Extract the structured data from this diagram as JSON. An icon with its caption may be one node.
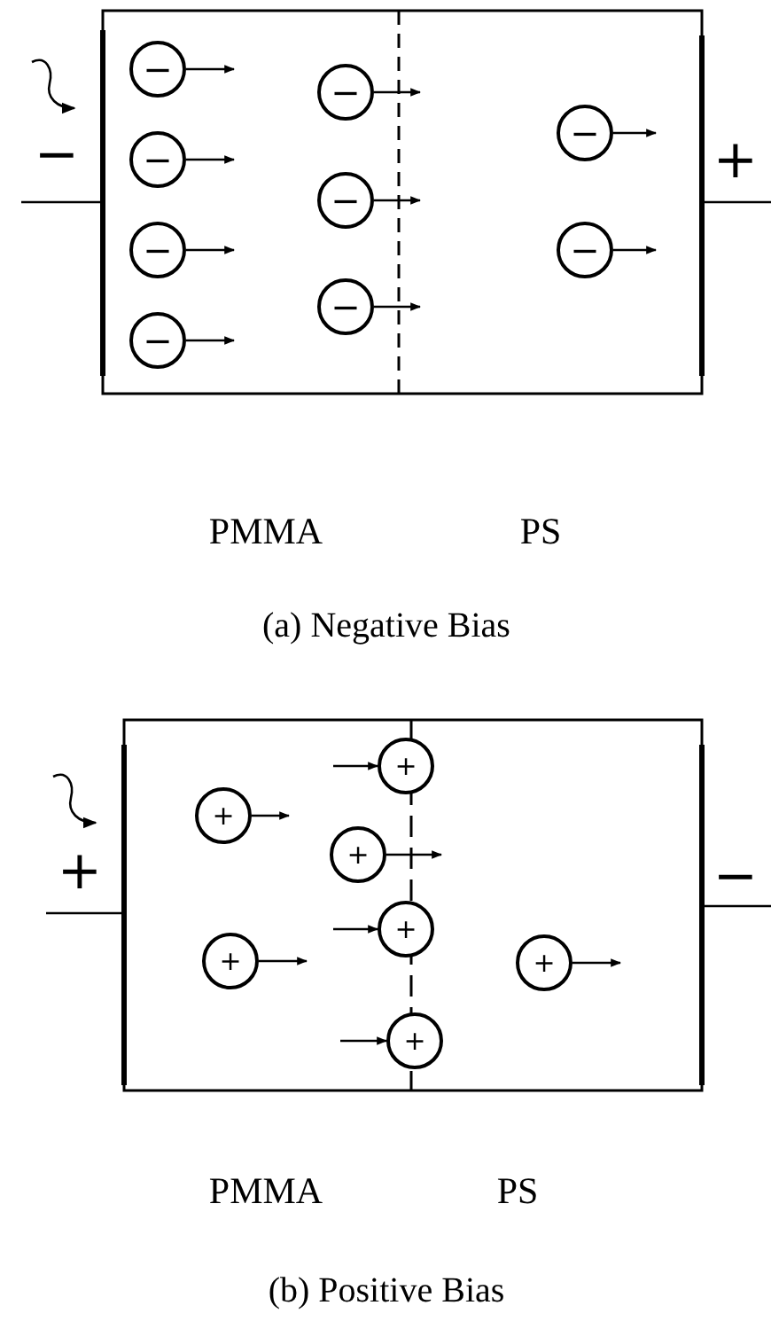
{
  "diagram": {
    "caption": "(a) Negative Bias",
    "nodes": [
      {
        "text": [
          "−"
        ]
      },
      {
        "text": [
          "−"
        ]
      },
      {
        "text": [
          "−"
        ]
      },
      {
        "text": [
          "−"
        ]
      },
      {
        "text": [
          "−"
        ]
      },
      {
        "text": [
          "−"
        ]
      },
      {
        "text": [
          "−"
        ]
      },
      {
        "text": [
          "−"
        ]
      },
      {
        "text": [
          "−"
        ]
      },
      {
        "text": [
          "+"
        ]
      },
      {
        "text": [
          "+"
        ]
      },
      {
        "text": [
          "+"
        ]
      },
      {
        "text": [
          "+"
        ]
      },
      {
        "text": [
          "+"
        ]
      },
      {
        "text": [
          "+"
        ]
      },
      {
        "text": [
          "+"
        ]
      }
    ],
    "edges": [
      {
        "from": 0,
        "to": null,
        "arrow": "to"
      },
      {
        "from": 1,
        "to": null,
        "arrow": "to"
      },
      {
        "from": 2,
        "to": null,
        "arrow": "to"
      },
      {
        "from": 3,
        "to": null,
        "arrow": "to"
      },
      {
        "from": 4,
        "to": null,
        "arrow": "to"
      },
      {
        "from": 5,
        "to": null,
        "arrow": "to"
      },
      {
        "from": 6,
        "to": null,
        "arrow": "to"
      },
      {
        "from": 7,
        "to": null,
        "arrow": "to"
      },
      {
        "from": 8,
        "to": null,
        "arrow": "to"
      },
      {
        "from": null,
        "to": 9,
        "arrow": "to"
      },
      {
        "from": 10,
        "to": null,
        "arrow": "to"
      },
      {
        "from": 11,
        "to": null,
        "arrow": "to"
      },
      {
        "from": null,
        "to": 12,
        "arrow": "to"
      },
      {
        "from": 13,
        "to": null,
        "arrow": "to"
      },
      {
        "from": 14,
        "to": null,
        "arrow": "to"
      },
      {
        "from": null,
        "to": 15,
        "arrow": "to"
      }
    ],
    "labels": [
      "−",
      "+",
      "PMMA",
      "PS",
      "+",
      "−",
      "PMMA",
      "PS",
      "(b) Positive Bias"
    ]
  }
}
